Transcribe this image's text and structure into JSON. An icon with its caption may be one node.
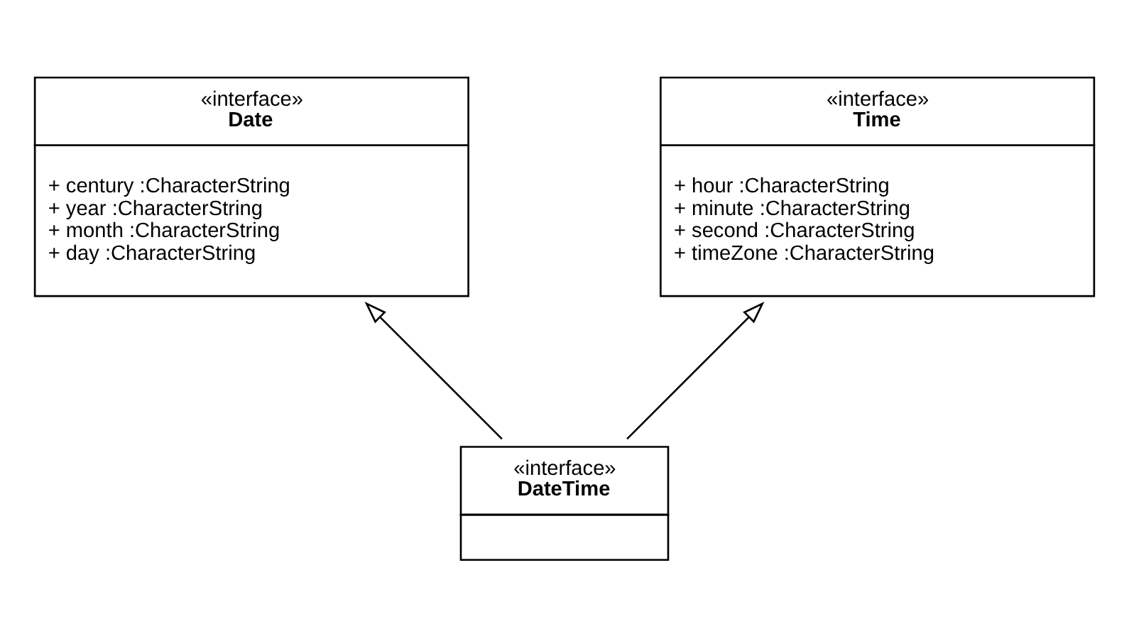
{
  "diagram": {
    "nodes": [
      {
        "text": [
          "«interface»",
          "Date",
          "+ century :CharacterString",
          "+ year :CharacterString",
          "+ month :CharacterString",
          "+ day :CharacterString"
        ]
      },
      {
        "text": [
          "«interface»",
          "Time",
          "+ hour :CharacterString",
          "+ minute :CharacterString",
          "+ second :CharacterString",
          "+ timeZone :CharacterString"
        ]
      },
      {
        "text": [
          "«interface»",
          "DateTime"
        ]
      }
    ],
    "edges": [
      {
        "from": 2,
        "to": 0,
        "arrow": "to"
      },
      {
        "from": 2,
        "to": 1,
        "arrow": "to"
      }
    ]
  }
}
